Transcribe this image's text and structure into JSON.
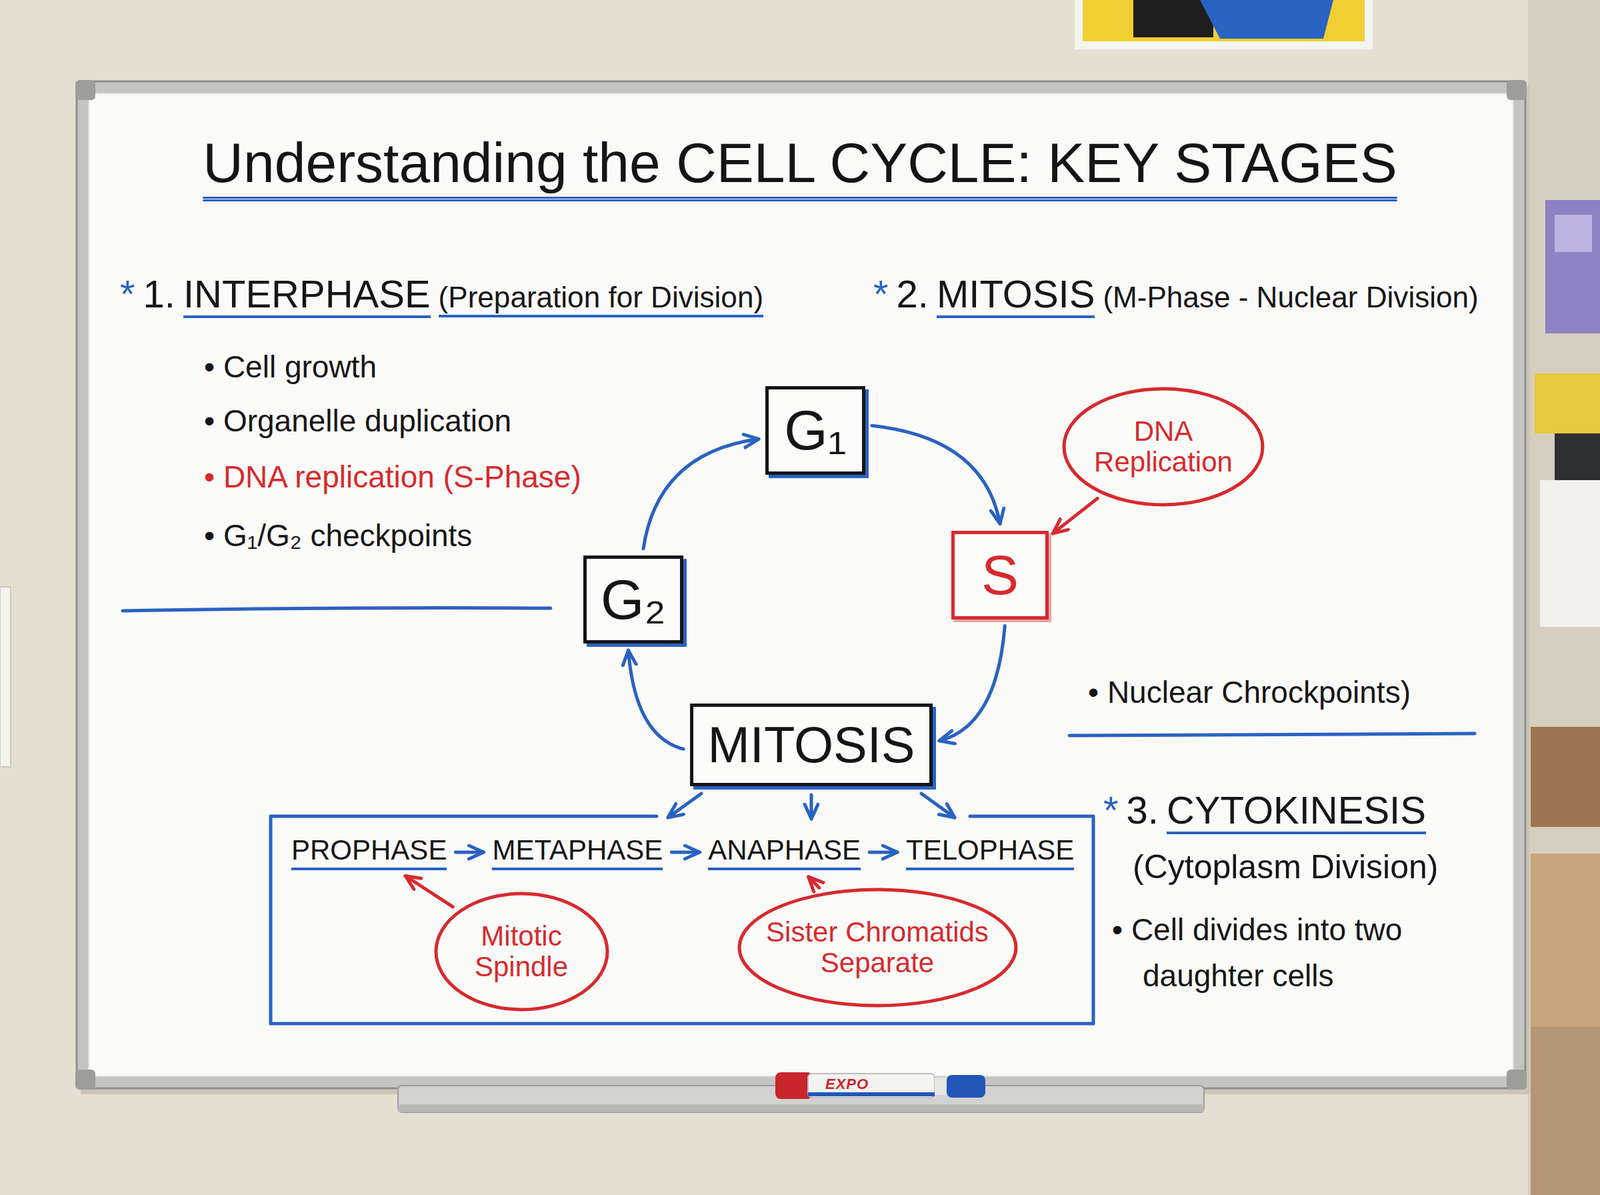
{
  "diagram": {
    "title": "Understanding the CELL CYCLE: KEY STAGES",
    "nodes": [
      {
        "text": [
          "G₁"
        ]
      },
      {
        "text": [
          "DNA Replication"
        ]
      },
      {
        "text": [
          "S"
        ]
      },
      {
        "text": [
          "G₂"
        ]
      },
      {
        "text": [
          "MITOSIS"
        ]
      },
      {
        "text": [
          "PROPHASE"
        ]
      },
      {
        "text": [
          "METAPHASE"
        ]
      },
      {
        "text": [
          "ANAPHASE"
        ]
      },
      {
        "text": [
          "TELOPHASE"
        ]
      },
      {
        "text": [
          "Mitotic Spindle"
        ]
      },
      {
        "text": [
          "Sister Chromatids Separate"
        ]
      }
    ],
    "edges": [
      {
        "from": 0,
        "to": 2,
        "arrow": "to"
      },
      {
        "from": 2,
        "to": 4,
        "arrow": "to"
      },
      {
        "from": 4,
        "to": 3,
        "arrow": "to"
      },
      {
        "from": 3,
        "to": 0,
        "arrow": "to"
      },
      {
        "from": 1,
        "to": 2,
        "arrow": "to"
      },
      {
        "from": 5,
        "to": 6,
        "arrow": "to"
      },
      {
        "from": 6,
        "to": 7,
        "arrow": "to"
      },
      {
        "from": 7,
        "to": 8,
        "arrow": "to"
      },
      {
        "from": 9,
        "to": 5,
        "arrow": "to"
      },
      {
        "from": 10,
        "to": 7,
        "arrow": "to"
      }
    ],
    "labels": [
      "*",
      "1.",
      "INTERPHASE",
      "(Preparation for Division)",
      "*",
      "2.",
      "MITOSIS",
      "(M-Phase - Nuclear Division)",
      "• Cell growth",
      "• Organelle duplication",
      "• DNA replication (S-Phase)",
      "• G₁/G₂ checkpoints",
      "• Nuclear Chrockpoints)",
      "*",
      "3.",
      "CYTOKINESIS",
      "(Cytoplasm Division)",
      "• Cell divides into two daughter cells",
      "EXPO"
    ]
  }
}
